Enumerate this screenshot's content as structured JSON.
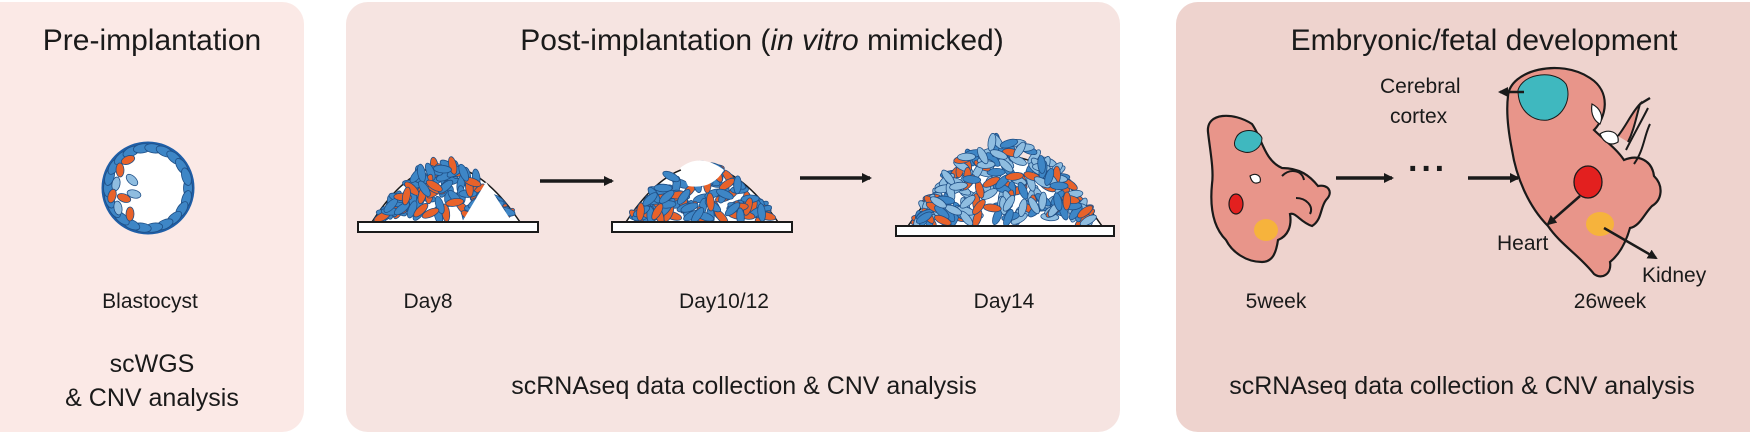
{
  "panels": {
    "pre": {
      "title": "Pre-implantation",
      "stage": "Blastocyst",
      "analysis_line1": "scWGS",
      "analysis_line2": "& CNV analysis"
    },
    "post": {
      "title_prefix": "Post-implantation (",
      "title_italic": "in vitro",
      "title_suffix": " mimicked)",
      "stages": [
        "Day8",
        "Day10/12",
        "Day14"
      ],
      "analysis": "scRNAseq data collection & CNV analysis"
    },
    "fetal": {
      "title": "Embryonic/fetal development",
      "stages": [
        "5week",
        "26week"
      ],
      "ellipsis": "···",
      "organs": {
        "cortex_line1": "Cerebral",
        "cortex_line2": "cortex",
        "heart": "Heart",
        "kidney": "Kidney"
      },
      "analysis": "scRNAseq data collection & CNV analysis"
    }
  },
  "colors": {
    "panel_pre": "#fbe9e6",
    "panel_post": "#f6e4e1",
    "panel_fetal": "#eed3ce",
    "cell_blue": "#3e86c6",
    "cell_light_blue": "#8fbde0",
    "cell_orange": "#e8622a",
    "embryo_skin": "#e8958a",
    "cortex_teal": "#3fb8bf",
    "heart_red": "#e3201f",
    "kidney_yellow": "#f6b33c"
  }
}
